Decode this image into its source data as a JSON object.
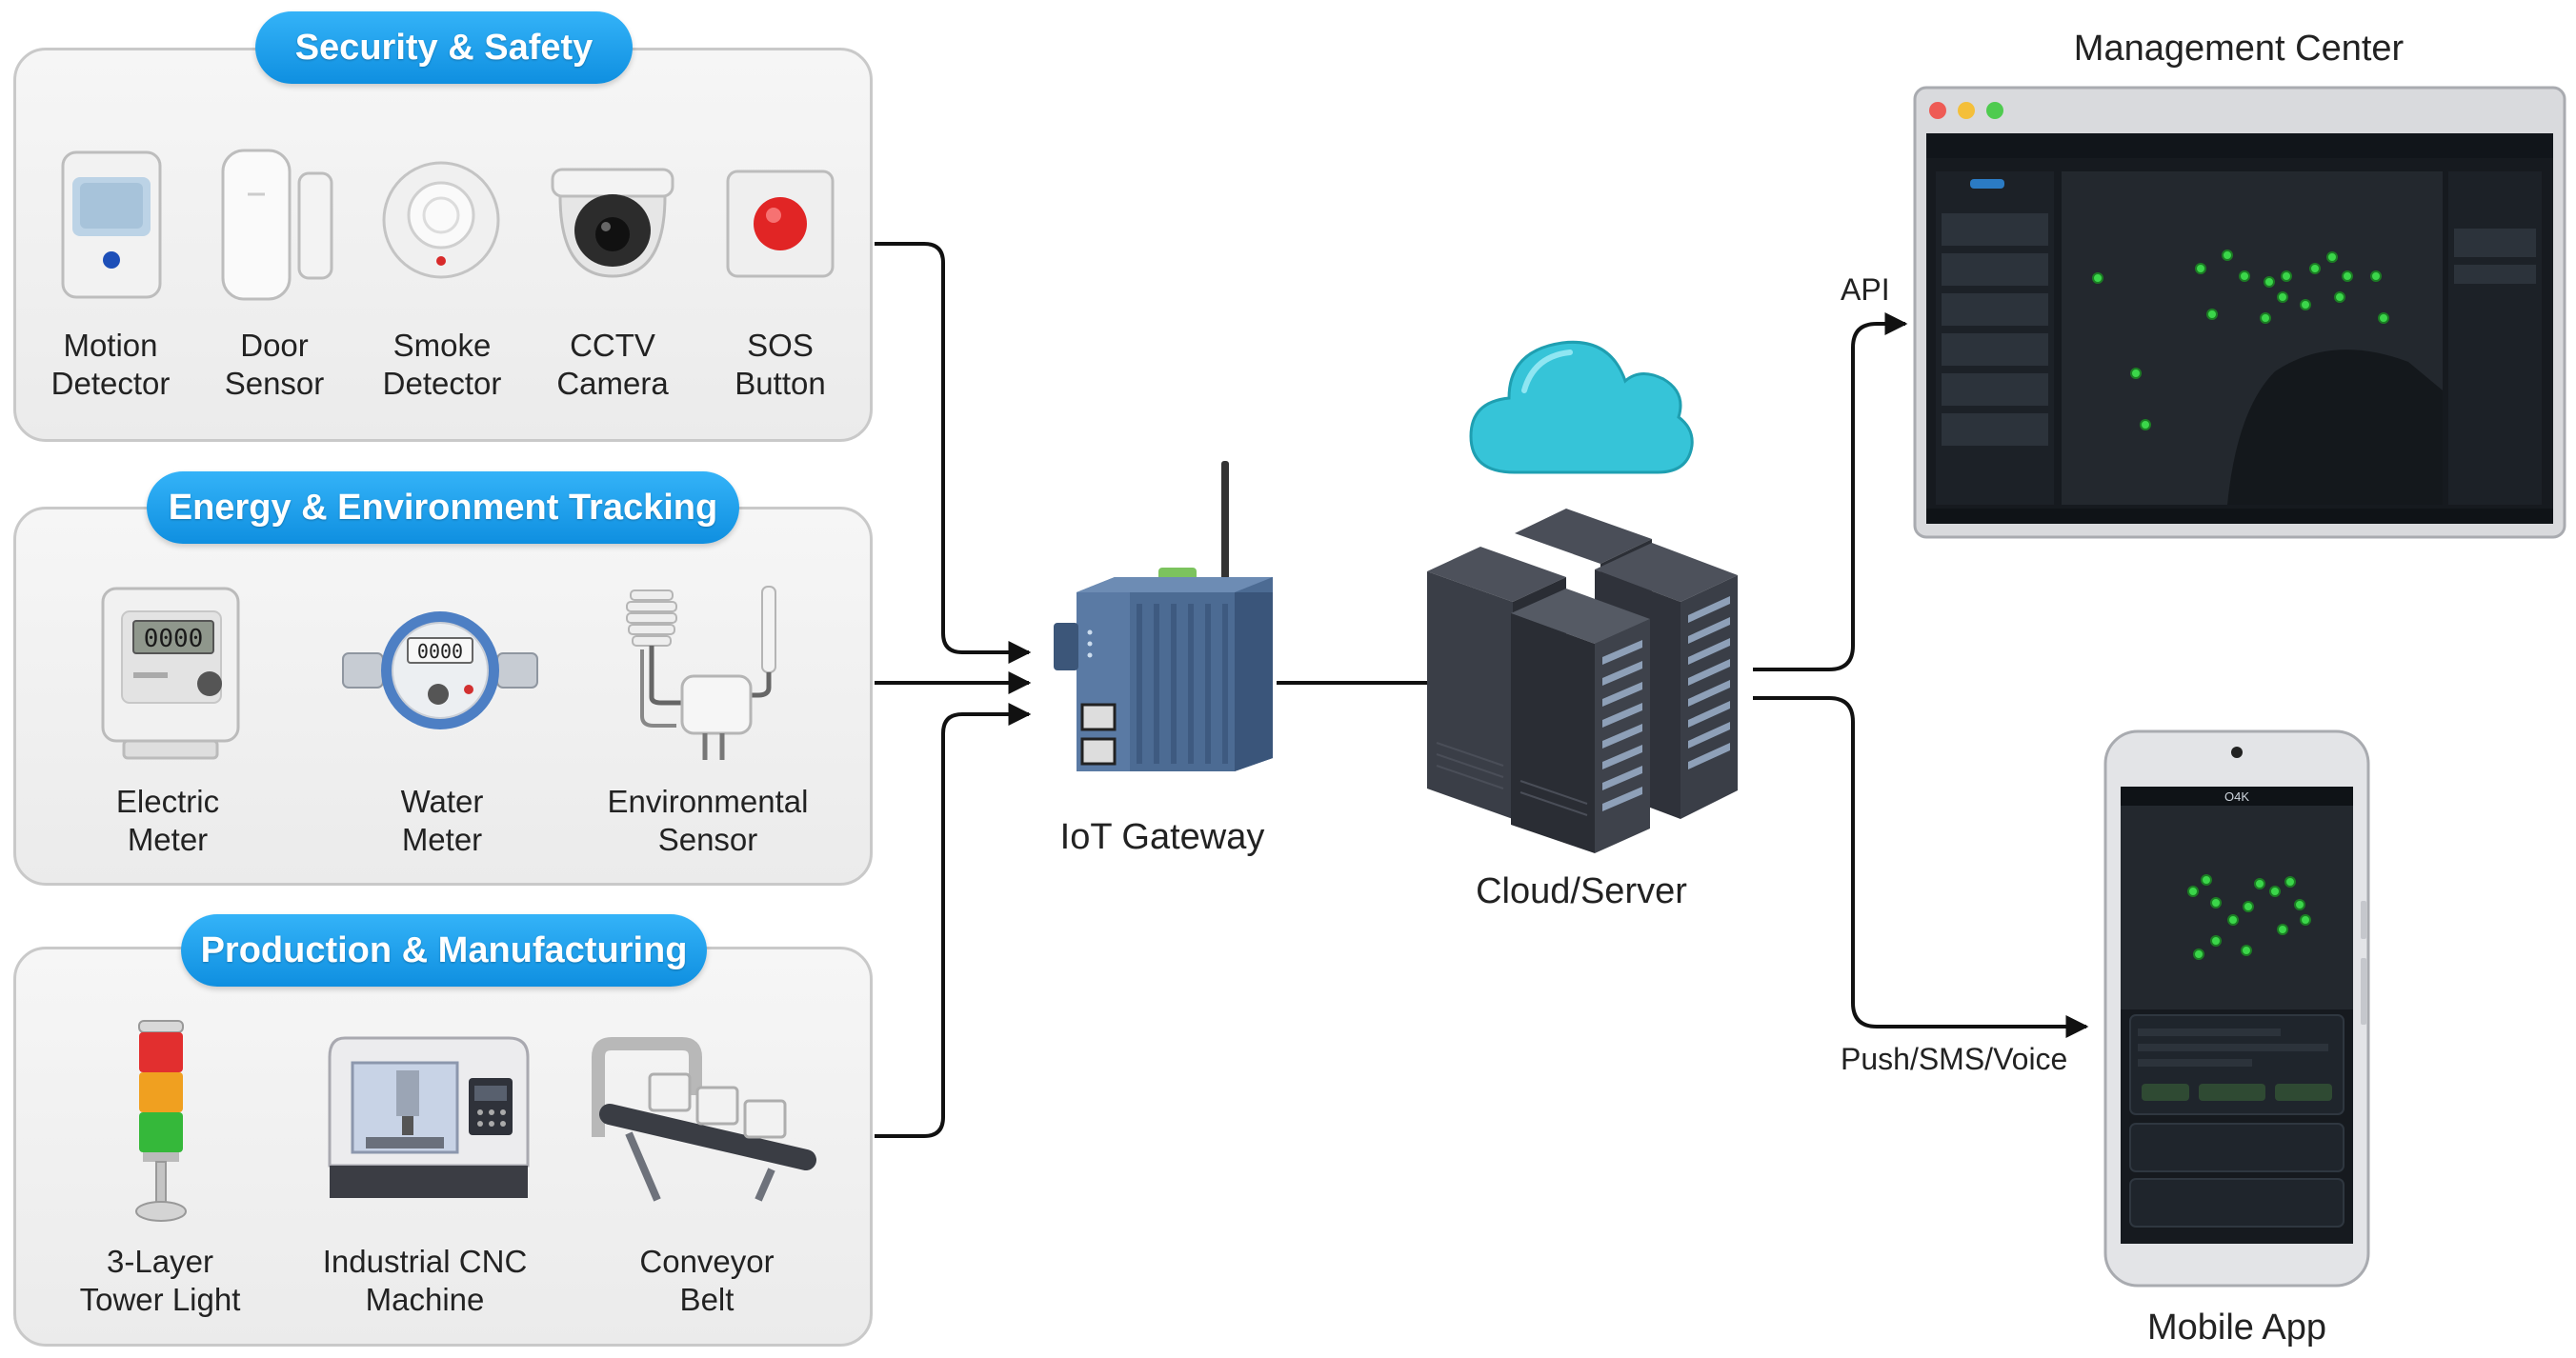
{
  "groups": [
    {
      "title": "Security & Safety",
      "devices": [
        {
          "line1": "Motion",
          "line2": "Detector",
          "icon": "motion-detector-icon"
        },
        {
          "line1": "Door",
          "line2": "Sensor",
          "icon": "door-sensor-icon"
        },
        {
          "line1": "Smoke",
          "line2": "Detector",
          "icon": "smoke-detector-icon"
        },
        {
          "line1": "CCTV",
          "line2": "Camera",
          "icon": "cctv-camera-icon"
        },
        {
          "line1": "SOS",
          "line2": "Button",
          "icon": "sos-button-icon"
        }
      ]
    },
    {
      "title": "Energy & Environment Tracking",
      "devices": [
        {
          "line1": "Electric",
          "line2": "Meter",
          "icon": "electric-meter-icon",
          "display": "0000"
        },
        {
          "line1": "Water",
          "line2": "Meter",
          "icon": "water-meter-icon",
          "display": "0000"
        },
        {
          "line1": "Environmental",
          "line2": "Sensor",
          "icon": "environmental-sensor-icon"
        }
      ]
    },
    {
      "title": "Production & Manufacturing",
      "devices": [
        {
          "line1": "3-Layer",
          "line2": "Tower Light",
          "icon": "tower-light-icon"
        },
        {
          "line1": "Industrial CNC",
          "line2": "Machine",
          "icon": "cnc-machine-icon"
        },
        {
          "line1": "Conveyor",
          "line2": "Belt",
          "icon": "conveyor-belt-icon"
        }
      ]
    }
  ],
  "gateway": {
    "label": "IoT Gateway",
    "icon": "iot-gateway-icon"
  },
  "cloud": {
    "label": "Cloud/Server",
    "icon": "cloud-server-icon"
  },
  "management": {
    "label": "Management Center",
    "icon": "dashboard-monitor-icon"
  },
  "mobile": {
    "label": "Mobile App",
    "icon": "smartphone-app-icon",
    "screen_title": "O4K"
  },
  "edges": {
    "api": "API",
    "push": "Push/SMS/Voice"
  },
  "colors": {
    "accent": "#1a9ff0",
    "map_bg": "#1e2328",
    "marker": "#3bd64a",
    "cloud": "#36c4d8"
  }
}
